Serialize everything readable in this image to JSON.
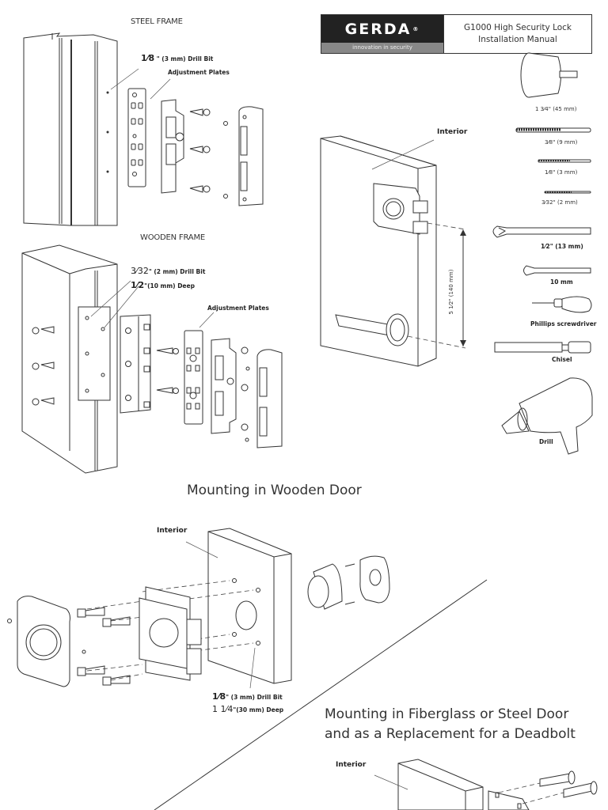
{
  "header": {
    "brand": "GERDA",
    "registered_mark": "®",
    "tagline": "innovation in security",
    "title_line1": "G1000 High Security Lock",
    "title_line2": "Installation Manual"
  },
  "steel_frame": {
    "title": "STEEL FRAME",
    "drill_fraction": "1⁄8",
    "drill_label": "\" (3 mm) Drill Bit",
    "plates_label": "Adjustment Plates"
  },
  "wooden_frame": {
    "title": "WOODEN FRAME",
    "drill_fraction": "3⁄32",
    "drill_label": "\" (2 mm) Drill Bit",
    "depth_fraction": "1⁄2",
    "depth_label": "\"(10 mm) Deep",
    "plates_label": "Adjustment Plates"
  },
  "door_diagram": {
    "interior_label": "Interior",
    "dimension_label": "5 1⁄2\" (140 mm)"
  },
  "tools": [
    {
      "name": "hole-saw",
      "label": "1 3⁄4\" (45 mm)"
    },
    {
      "name": "drill-bit-9mm",
      "label": "3⁄8\" (9 mm)"
    },
    {
      "name": "drill-bit-3mm",
      "label": "1⁄8\" (3 mm)"
    },
    {
      "name": "drill-bit-2mm",
      "label": "3⁄32\" (2 mm)"
    },
    {
      "name": "wrench-13mm",
      "label": "1⁄2\" (13 mm)"
    },
    {
      "name": "wrench-10mm",
      "label": "10 mm"
    },
    {
      "name": "phillips-screwdriver",
      "label": "Phillips screwdriver"
    },
    {
      "name": "chisel",
      "label": "Chisel"
    },
    {
      "name": "drill",
      "label": "Drill"
    }
  ],
  "wooden_door": {
    "title": "Mounting in Wooden Door",
    "interior_label": "Interior",
    "drill_fraction": "1⁄8",
    "drill_label": "\" (3 mm) Drill Bit",
    "depth_fraction": "1 1⁄4",
    "depth_label": "\"(30 mm) Deep"
  },
  "steel_door": {
    "title_line1": "Mounting in Fiberglass or Steel Door",
    "title_line2": "and as a Replacement for a Deadbolt",
    "interior_label": "Interior"
  }
}
